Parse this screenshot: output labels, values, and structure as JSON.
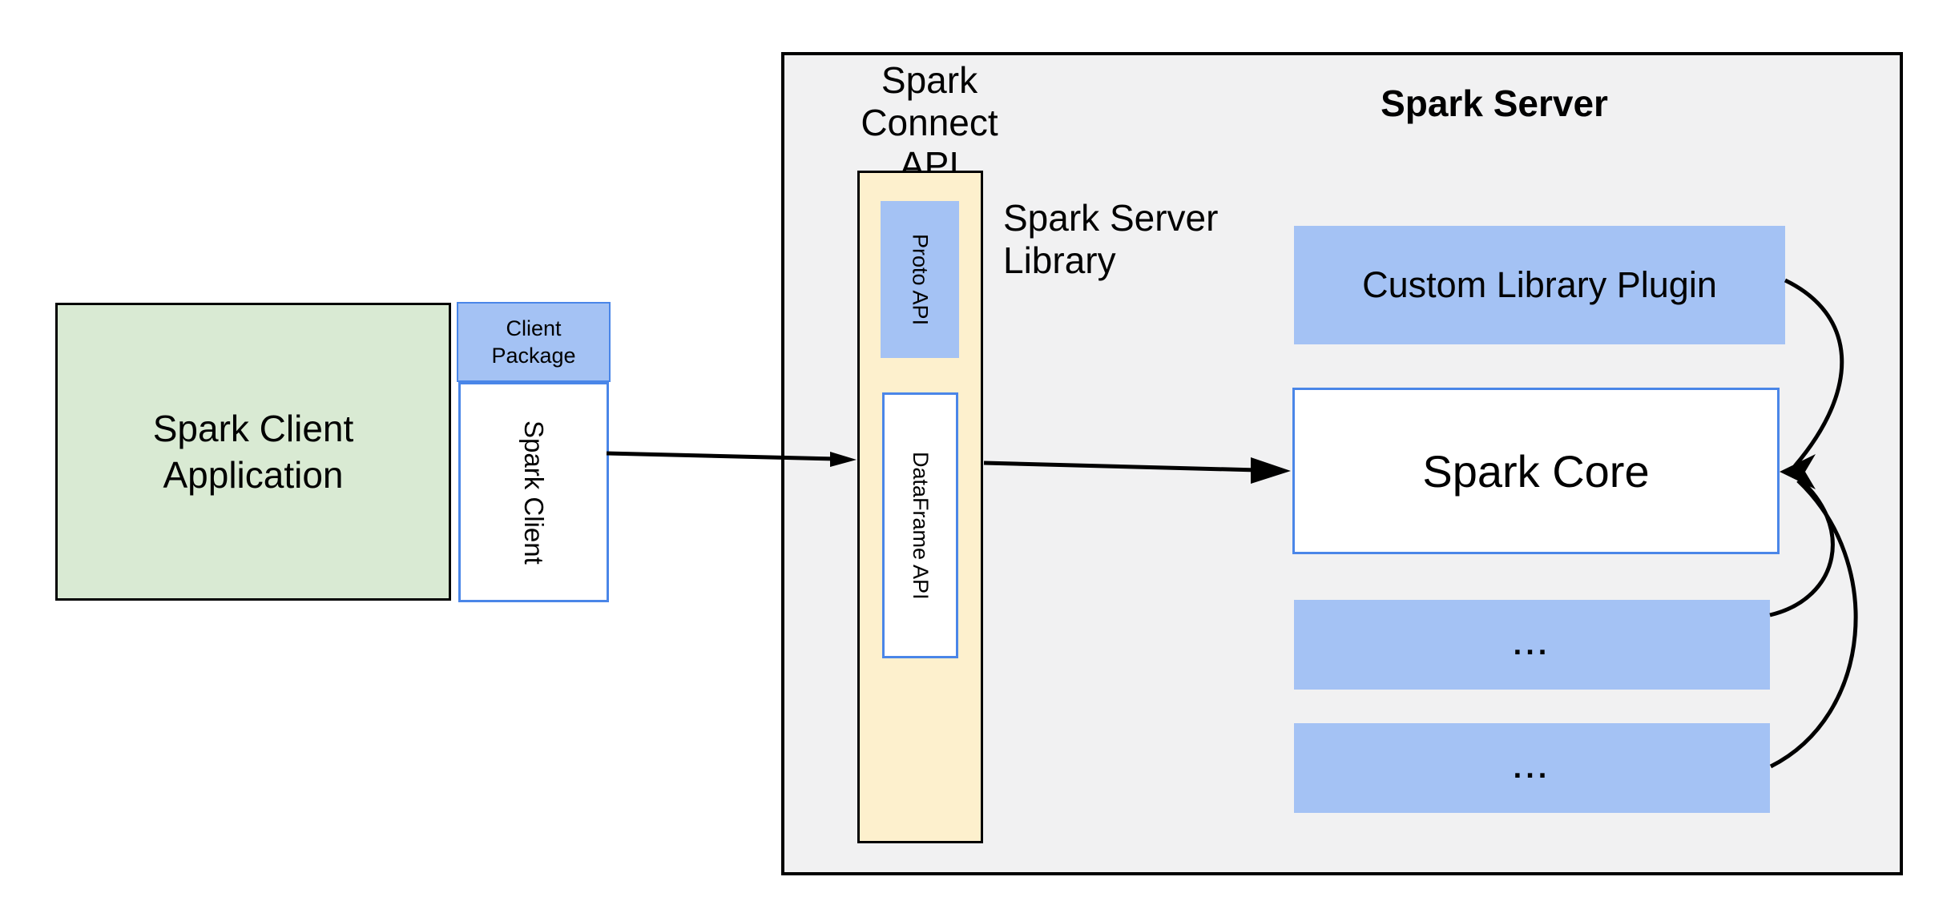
{
  "colors": {
    "green_fill": "#d9ead3",
    "blue_fill": "#a4c2f4",
    "cream_fill": "#fdf0cd",
    "blue_border": "#4a86e8",
    "container_fill": "#f1f1f2",
    "line_color": "#000000"
  },
  "client_app": {
    "line1": "Spark Client",
    "line2": "Application"
  },
  "client_package": {
    "line1": "Client",
    "line2": "Package"
  },
  "spark_client_box": {
    "label": "Spark Client"
  },
  "spark_connect": {
    "title_line1": "Spark Connect",
    "title_line2": "API"
  },
  "proto_api": {
    "label": "Proto  API"
  },
  "dataframe_api": {
    "label": "DataFrame API"
  },
  "server_library": {
    "line1": "Spark Server",
    "line2": "Library"
  },
  "spark_server": {
    "title": "Spark Server"
  },
  "plugin": {
    "label": "Custom Library Plugin"
  },
  "core": {
    "label": "Spark Core"
  },
  "module_row_1": {
    "label": "..."
  },
  "module_row_2": {
    "label": "..."
  }
}
